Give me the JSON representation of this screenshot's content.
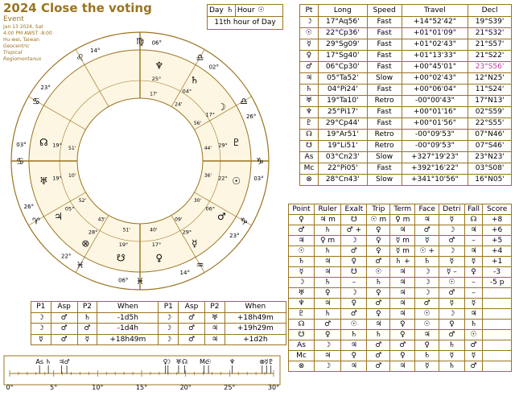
{
  "header": {
    "title": "2024 Close the voting",
    "type": "Event",
    "date": "Jan 13 2024, Sat",
    "time": "4:00 PM AWST -8:00",
    "place": "Hu-wei, Taiwan",
    "zodiac": "Geocentric",
    "sidereal": "Tropical",
    "houses": "Regiomontanus"
  },
  "dayhour": {
    "day_label": "Day",
    "day_glyph": "♄",
    "hour_label": "Hour",
    "hour_glyph": "☉",
    "note": "11th hour of Day"
  },
  "planets": {
    "headers": [
      "Pt",
      "Long",
      "Speed",
      "Travel",
      "Decl"
    ],
    "rows": [
      [
        "☽",
        "17°Aq56'",
        "Fast",
        "+14°52'42\"",
        "19°S39'"
      ],
      [
        "☉",
        "22°Cp36'",
        "Fast",
        "+01°01'09\"",
        "21°S32'"
      ],
      [
        "☿",
        "29°Sg09'",
        "Fast",
        "+01°02'43\"",
        "21°S57'"
      ],
      [
        "♀",
        "17°Sg40'",
        "Fast",
        "+01°13'33\"",
        "21°S22'"
      ],
      [
        "♂",
        "06°Cp30'",
        "Fast",
        "+00°45'01\"",
        "23°S56'"
      ],
      [
        "♃",
        "05°Ta52'",
        "Slow",
        "+00°02'43\"",
        "12°N25'"
      ],
      [
        "♄",
        "04°Pi24'",
        "Fast",
        "+00°06'04\"",
        "11°S24'"
      ],
      [
        "♅",
        "19°Ta10'",
        "Retro",
        "-00°00'43\"",
        "17°N13'"
      ],
      [
        "♆",
        "25°Pi17'",
        "Fast",
        "+00°01'16\"",
        "02°S59'"
      ],
      [
        "♇",
        "29°Cp44'",
        "Fast",
        "+00°01'56\"",
        "22°S55'"
      ],
      [
        "☊",
        "19°Ar51'",
        "Retro",
        "-00°09'53\"",
        "07°N46'"
      ],
      [
        "☋",
        "19°Li51'",
        "Retro",
        "-00°09'53\"",
        "07°S46'"
      ],
      [
        "As",
        "03°Cn23'",
        "Slow",
        "+327°19'23\"",
        "23°N23'"
      ],
      [
        "Mc",
        "22°Pi05'",
        "Fast",
        "+392°16'22\"",
        "03°S08'"
      ],
      [
        "⊗",
        "28°Cn43'",
        "Slow",
        "+341°10'56\"",
        "16°N05'"
      ]
    ],
    "highlight_color": "#c040a0"
  },
  "dignity": {
    "headers": [
      "Point",
      "Ruler",
      "Exalt",
      "Trip",
      "Term",
      "Face",
      "Detri",
      "Fall",
      "Score"
    ],
    "rows": [
      [
        "♀",
        "♃ m",
        "☋",
        "☉ m",
        "♀ m",
        "♃",
        "☿",
        "☊",
        "+8"
      ],
      [
        "♂",
        "♄",
        "♂ +",
        "♀",
        "♃",
        "♂",
        "☽",
        "♃",
        "+6"
      ],
      [
        "♃",
        "♀ m",
        "☽",
        "♀",
        "☿ m",
        "☿",
        "♂",
        "–",
        "+5"
      ],
      [
        "☉",
        "♄",
        "♂",
        "♀",
        "☿ m",
        "☉ +",
        "☽",
        "♃",
        "+4"
      ],
      [
        "♄",
        "♃",
        "♀",
        "♂",
        "♄ +",
        "♄",
        "☿",
        "☿",
        "+1"
      ],
      [
        "☿",
        "♃",
        "☋",
        "☉",
        "♃",
        "☽",
        "☿ –",
        "♀",
        "-3"
      ],
      [
        "☽",
        "♄",
        "–",
        "♄",
        "♃",
        "☽",
        "☉",
        "–",
        "-5 p"
      ],
      [
        "♅",
        "♀",
        "☽",
        "♀",
        "♃",
        "☽",
        "♂",
        "–",
        ""
      ],
      [
        "♆",
        "♃",
        "♀",
        "♂",
        "♃",
        "♂",
        "☿",
        "☿",
        ""
      ],
      [
        "♇",
        "♄",
        "♂",
        "♀",
        "♃",
        "☉",
        "☽",
        "♃",
        ""
      ],
      [
        "☊",
        "♂",
        "☉",
        "♃",
        "♀",
        "☉",
        "♀",
        "♄",
        ""
      ],
      [
        "☋",
        "♀",
        "♄",
        "♄",
        "♀",
        "♃",
        "♂",
        "☉",
        ""
      ],
      [
        "As",
        "☽",
        "♃",
        "♂",
        "♂",
        "♀",
        "♄",
        "♂",
        ""
      ],
      [
        "Mc",
        "♃",
        "♀",
        "♂",
        "♀",
        "♄",
        "☿",
        "☿",
        ""
      ],
      [
        "⊗",
        "☽",
        "♃",
        "♂",
        "♃",
        "☿",
        "♄",
        "♂",
        ""
      ]
    ]
  },
  "aspects": {
    "headers": [
      "P1",
      "Asp",
      "P2",
      "When",
      "P1",
      "Asp",
      "P2",
      "When"
    ],
    "rows": [
      [
        "☽",
        "♂",
        "♄",
        "-1d5h",
        "☽",
        "♂",
        "♅",
        "+18h49m"
      ],
      [
        "☽",
        "♂",
        "♂",
        "-1d4h",
        "☽",
        "♂",
        "♃",
        "+19h29m"
      ],
      [
        "☿",
        "♂",
        "☿",
        "+18h49m",
        "☽",
        "♂",
        "♃",
        "+1d2h"
      ]
    ]
  },
  "ruler": {
    "tick_labels": [
      "0°",
      "5°",
      "10°",
      "15°",
      "20°",
      "25°",
      "30°"
    ],
    "markers": [
      {
        "g": "As",
        "v": 3.4
      },
      {
        "g": "♄",
        "v": 4.4
      },
      {
        "g": "♃",
        "v": 5.9
      },
      {
        "g": "♂",
        "v": 6.5
      },
      {
        "g": "♀",
        "v": 17.7
      },
      {
        "g": "☽",
        "v": 18.0
      },
      {
        "g": "♅",
        "v": 19.2
      },
      {
        "g": "☊",
        "v": 19.9
      },
      {
        "g": "Mc",
        "v": 22.1
      },
      {
        "g": "☉",
        "v": 22.6
      },
      {
        "g": "♆",
        "v": 25.3
      },
      {
        "g": "⊗",
        "v": 28.7
      },
      {
        "g": "☿",
        "v": 29.2
      },
      {
        "g": "♇",
        "v": 29.7
      }
    ],
    "color": "#9a7420"
  },
  "wheel": {
    "cusps": [
      {
        "deg": "03°",
        "sign": "♋"
      },
      {
        "deg": "23°",
        "sign": "♋"
      },
      {
        "deg": "14°",
        "sign": "♌"
      },
      {
        "deg": "06°",
        "sign": "♍"
      },
      {
        "deg": "02°",
        "sign": "♎"
      },
      {
        "deg": "26°",
        "sign": "♎"
      },
      {
        "deg": "03°",
        "sign": "♑"
      },
      {
        "deg": "23°",
        "sign": "♑"
      },
      {
        "deg": "14°",
        "sign": "♒"
      },
      {
        "deg": "06°",
        "sign": "♓"
      },
      {
        "deg": "22°",
        "sign": "♓"
      },
      {
        "deg": "26°",
        "sign": "♈"
      }
    ],
    "planets": [
      {
        "g": "♆",
        "d": "25°",
        "s": "♓",
        "m": "17'"
      },
      {
        "g": "♄",
        "d": "04°",
        "s": "♓",
        "m": "24'"
      },
      {
        "g": "☽",
        "d": "17°",
        "s": "♒",
        "m": "56'"
      },
      {
        "g": "♇",
        "d": "29°",
        "s": "♑",
        "m": "44'"
      },
      {
        "g": "☉",
        "d": "22°",
        "s": "♑",
        "m": "36'"
      },
      {
        "g": "♂",
        "d": "06°",
        "s": "♑",
        "m": "30'"
      },
      {
        "g": "☿",
        "d": "29°",
        "s": "♐",
        "m": "09'"
      },
      {
        "g": "♀",
        "d": "17°",
        "s": "♐",
        "m": "40'"
      },
      {
        "g": "☋",
        "d": "19°",
        "s": "♎",
        "m": "51'"
      },
      {
        "g": "⊗",
        "d": "28°",
        "s": "♋",
        "m": "43'"
      },
      {
        "g": "♃",
        "d": "05°",
        "s": "♉",
        "m": "52'"
      },
      {
        "g": "♅",
        "d": "19°",
        "s": "♉",
        "m": "10'"
      },
      {
        "g": "☊",
        "d": "19°",
        "s": "♈",
        "m": "51'"
      }
    ],
    "ring_color": "#9a7420",
    "fill_color": "#fdf6e3"
  }
}
